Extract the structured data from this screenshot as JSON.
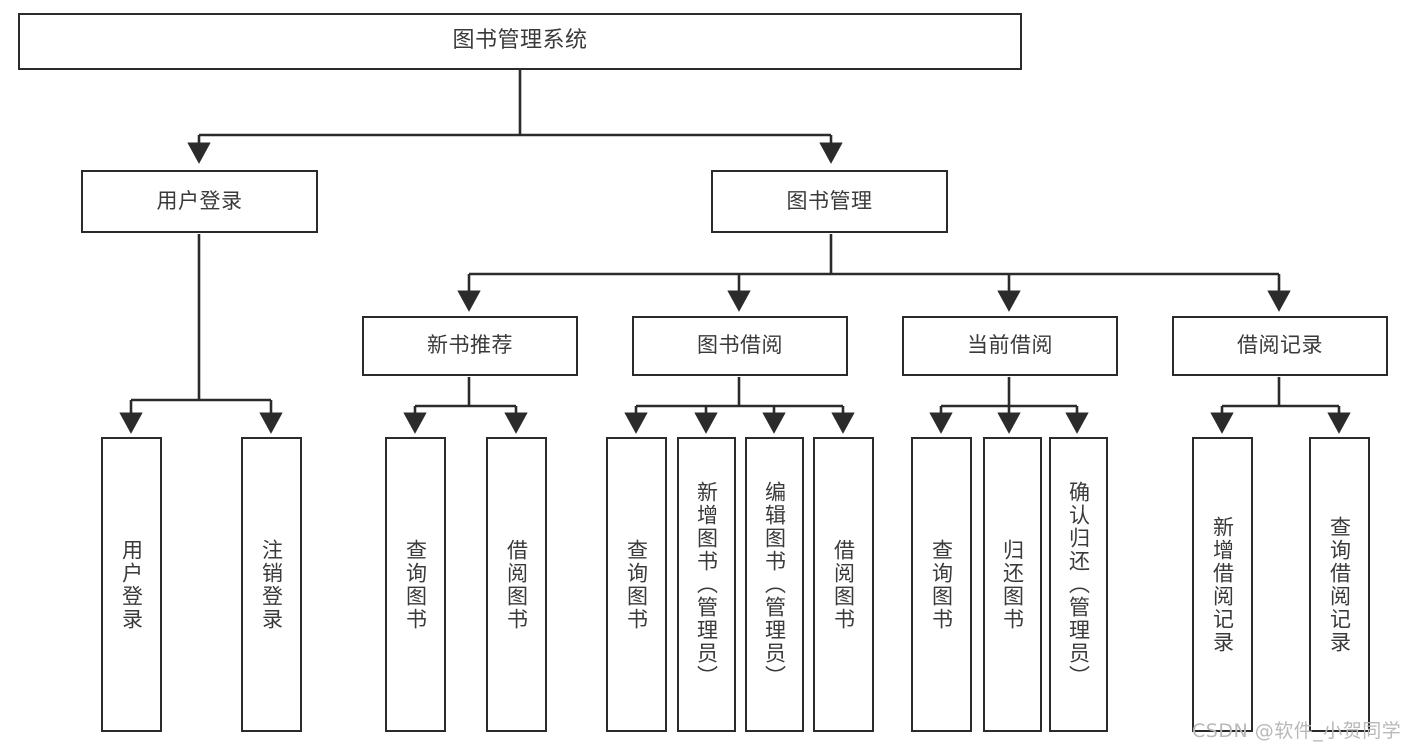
{
  "diagram": {
    "title": "图书管理系统",
    "type": "tree-hierarchy-diagram",
    "colors": {
      "box_border": "#2b2b2b",
      "box_fill": "#ffffff",
      "text": "#3a3a3a",
      "edge": "#2b2b2b",
      "background": "#ffffff",
      "watermark": "#b9b9b9"
    }
  },
  "root": {
    "label": "图书管理系统"
  },
  "level2": [
    {
      "label": "用户登录"
    },
    {
      "label": "图书管理"
    }
  ],
  "level3": [
    {
      "label": "新书推荐"
    },
    {
      "label": "图书借阅"
    },
    {
      "label": "当前借阅"
    },
    {
      "label": "借阅记录"
    }
  ],
  "leaves": {
    "user_login": [
      {
        "label": "用户登录"
      },
      {
        "label": "注销登录"
      }
    ],
    "new_book_recommend": [
      {
        "label": "查询图书"
      },
      {
        "label": "借阅图书"
      }
    ],
    "book_borrow": [
      {
        "label": "查询图书"
      },
      {
        "label": "新增图书（管理员）"
      },
      {
        "label": "编辑图书（管理员）"
      },
      {
        "label": "借阅图书"
      }
    ],
    "current_borrow": [
      {
        "label": "查询图书"
      },
      {
        "label": "归还图书"
      },
      {
        "label": "确认归还（管理员）"
      }
    ],
    "borrow_record": [
      {
        "label": "新增借阅记录"
      },
      {
        "label": "查询借阅记录"
      }
    ]
  },
  "watermark": {
    "text": "CSDN @软件_小贺同学"
  }
}
